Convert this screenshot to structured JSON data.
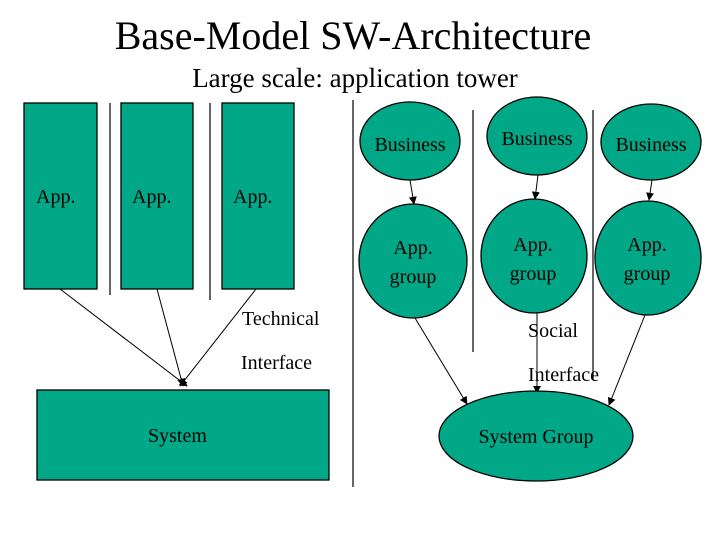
{
  "title": "Base-Model SW-Architecture",
  "subtitle": "Large scale: application tower",
  "colors": {
    "shape_fill": "#00a888",
    "stroke": "#000000",
    "background": "#ffffff"
  },
  "left": {
    "apps": [
      "App.",
      "App.",
      "App."
    ],
    "technical_interface": [
      "Technical",
      "Interface"
    ],
    "system": "System"
  },
  "right": {
    "business": [
      "Business",
      "Business",
      "Business"
    ],
    "app_groups": [
      [
        "App.",
        "group"
      ],
      [
        "App.",
        "group"
      ],
      [
        "App.",
        "group"
      ]
    ],
    "social_interface": [
      "Social",
      "Interface"
    ],
    "system_group": "System Group"
  }
}
